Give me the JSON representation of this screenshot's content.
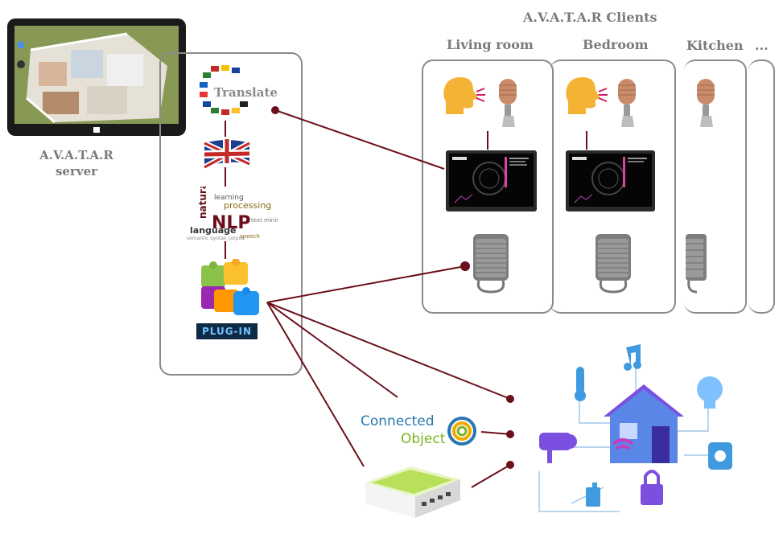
{
  "clients_title": "A.V.A.T.A.R  Clients",
  "server": {
    "label_line1": "A.V.A.T.A.R",
    "label_line2": "server"
  },
  "rooms": [
    {
      "label": "Living room"
    },
    {
      "label": "Bedroom"
    },
    {
      "label": "Kitchen"
    },
    {
      "label": "..."
    }
  ],
  "pipeline": {
    "translate_label": "Translate",
    "nlp_words": [
      "natural",
      "language",
      "processing",
      "NLP",
      "learning"
    ],
    "plugin_label": "PLUG-IN"
  },
  "screen_caption": "Living room",
  "connected_object": {
    "line1": "Connected",
    "line2": "Object"
  },
  "colors": {
    "connector": "#6b0f1a",
    "panel_border": "#8a8a8a",
    "label_gray": "#7a7a7a",
    "smart_home_blue": "#2f8fd8",
    "smart_home_purple": "#8a3fd8"
  },
  "icons": [
    "tablet-icon",
    "flags-icon",
    "uk-flag-icon",
    "word-cloud-icon",
    "plugin-blocks-icon",
    "head-speaking-icon",
    "microphone-icon",
    "monitor-icon",
    "speaker-icon",
    "smart-home-icon",
    "router-box-icon",
    "connected-object-logo-icon"
  ]
}
